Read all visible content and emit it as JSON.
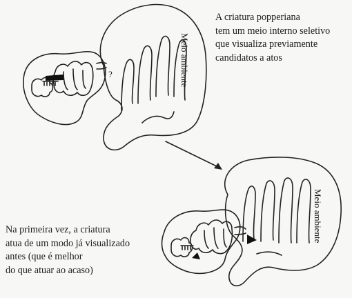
{
  "labels": {
    "environment_top": "Meio ambiente",
    "environment_bottom": "Meio ambiente",
    "question_mark": "?"
  },
  "caption_top": {
    "lines": [
      "A criatura popperiana",
      "tem um meio interno seletivo",
      "que visualiza previamente",
      "candidatos a atos"
    ]
  },
  "caption_bottom": {
    "lines": [
      "Na primeira vez, a criatura",
      "atua de um modo já visualizado",
      "antes (que é melhor",
      "do que atuar ao acaso)"
    ]
  },
  "colors": {
    "ink": "#222222",
    "paper": "#f7f7f5"
  }
}
